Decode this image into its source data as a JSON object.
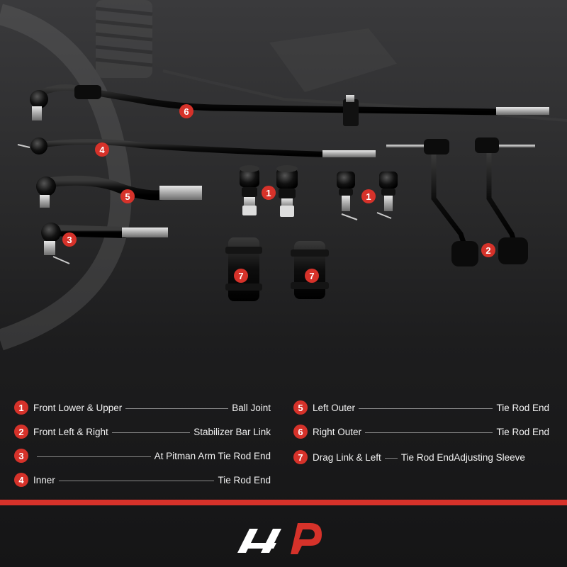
{
  "badges": {
    "b1": "1",
    "b2": "2",
    "b3": "3",
    "b4": "4",
    "b5": "5",
    "b6": "6",
    "b7": "7"
  },
  "legend": [
    {
      "num": "1",
      "left": "Front Lower  &  Upper",
      "right": "Ball Joint"
    },
    {
      "num": "2",
      "left": "Front Left &  Right",
      "right": "Stabilizer Bar Link"
    },
    {
      "num": "3",
      "left": "",
      "right": "At Pitman Arm Tie Rod End"
    },
    {
      "num": "4",
      "left": "Inner",
      "right": "Tie Rod End"
    },
    {
      "num": "5",
      "left": "Left Outer",
      "right": "Tie Rod End"
    },
    {
      "num": "6",
      "left": "Right Outer",
      "right": "Tie Rod End"
    },
    {
      "num": "7",
      "left": "Drag Link &  Left",
      "right": "Tie Rod EndAdjusting Sleeve"
    }
  ],
  "colors": {
    "accent": "#d6322a",
    "part": "#0c0c0c",
    "metal": "#c9c9c9",
    "text": "#f2f2f2"
  },
  "logo": {
    "name": "brand-logo-icon"
  }
}
